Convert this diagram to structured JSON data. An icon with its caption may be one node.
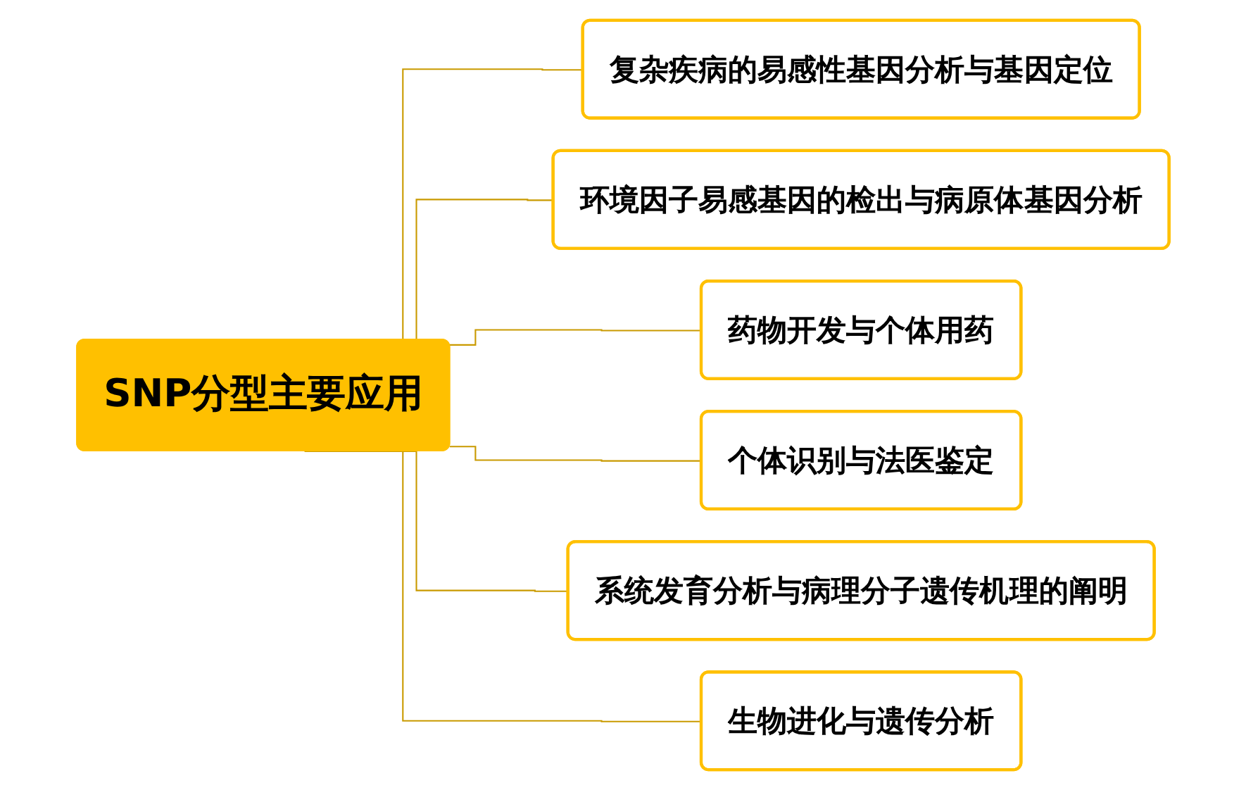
{
  "diagram": {
    "nodes": [
      {
        "text": [
          "SNP分型主要应用"
        ]
      },
      {
        "text": [
          "复杂疾病的易感性基因分析与基因定位"
        ]
      },
      {
        "text": [
          "环境因子易感基因的检出与病原体基因分析"
        ]
      },
      {
        "text": [
          "药物开发与个体用药"
        ]
      },
      {
        "text": [
          "个体识别与法医鉴定"
        ]
      },
      {
        "text": [
          "系统发育分析与病理分子遗传机理的阐明"
        ]
      },
      {
        "text": [
          "生物进化与遗传分析"
        ]
      }
    ],
    "edges": [
      {
        "from": 0,
        "to": 1,
        "arrow": "none"
      },
      {
        "from": 0,
        "to": 2,
        "arrow": "none"
      },
      {
        "from": 0,
        "to": 3,
        "arrow": "none"
      },
      {
        "from": 0,
        "to": 4,
        "arrow": "none"
      },
      {
        "from": 0,
        "to": 5,
        "arrow": "none"
      },
      {
        "from": 0,
        "to": 6,
        "arrow": "none"
      }
    ]
  }
}
